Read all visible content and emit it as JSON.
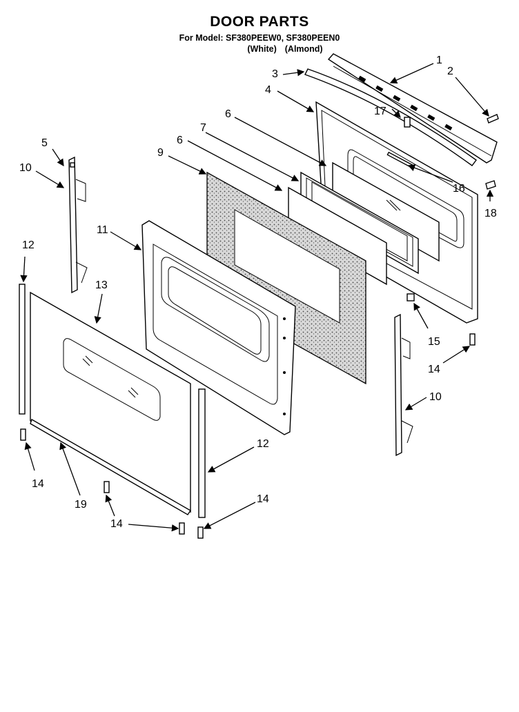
{
  "header": {
    "title": "DOOR PARTS",
    "models": "For Model: SF380PEEW0, SF380PEEN0",
    "color_white": "(White)",
    "color_almond": "(Almond)"
  },
  "callouts": [
    {
      "id": "c1",
      "label": "1"
    },
    {
      "id": "c2",
      "label": "2"
    },
    {
      "id": "c3",
      "label": "3"
    },
    {
      "id": "c4",
      "label": "4"
    },
    {
      "id": "c5",
      "label": "5"
    },
    {
      "id": "c6a",
      "label": "6"
    },
    {
      "id": "c6b",
      "label": "6"
    },
    {
      "id": "c7",
      "label": "7"
    },
    {
      "id": "c9",
      "label": "9"
    },
    {
      "id": "c10a",
      "label": "10"
    },
    {
      "id": "c10b",
      "label": "10"
    },
    {
      "id": "c11",
      "label": "11"
    },
    {
      "id": "c12a",
      "label": "12"
    },
    {
      "id": "c12b",
      "label": "12"
    },
    {
      "id": "c13",
      "label": "13"
    },
    {
      "id": "c14a",
      "label": "14"
    },
    {
      "id": "c14b",
      "label": "14"
    },
    {
      "id": "c14c",
      "label": "14"
    },
    {
      "id": "c14d",
      "label": "14"
    },
    {
      "id": "c15",
      "label": "15"
    },
    {
      "id": "c16",
      "label": "16"
    },
    {
      "id": "c17",
      "label": "17"
    },
    {
      "id": "c18",
      "label": "18"
    },
    {
      "id": "c19",
      "label": "19"
    }
  ]
}
